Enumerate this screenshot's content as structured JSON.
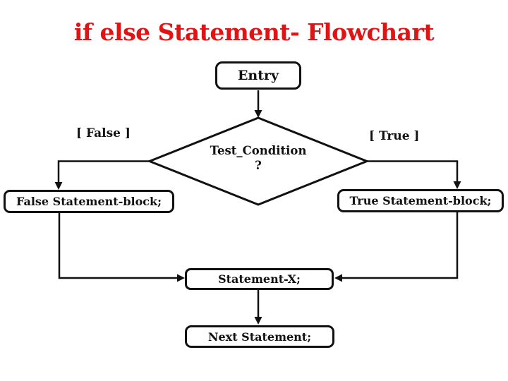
{
  "slide": {
    "title": "if else Statement- Flowchart"
  },
  "flowchart": {
    "entry_label": "Entry",
    "condition": {
      "line1": "Test_Condition",
      "line2": "?"
    },
    "branches": {
      "false_label": "[ False ]",
      "true_label": "[ True ]"
    },
    "false_block_label": "False Statement-block;",
    "true_block_label": "True Statement-block;",
    "statement_x_label": "Statement-X;",
    "next_statement_label": "Next Statement;"
  },
  "colors": {
    "title_text": "#e01414",
    "line_and_text": "#111111",
    "background": "#ffffff"
  }
}
